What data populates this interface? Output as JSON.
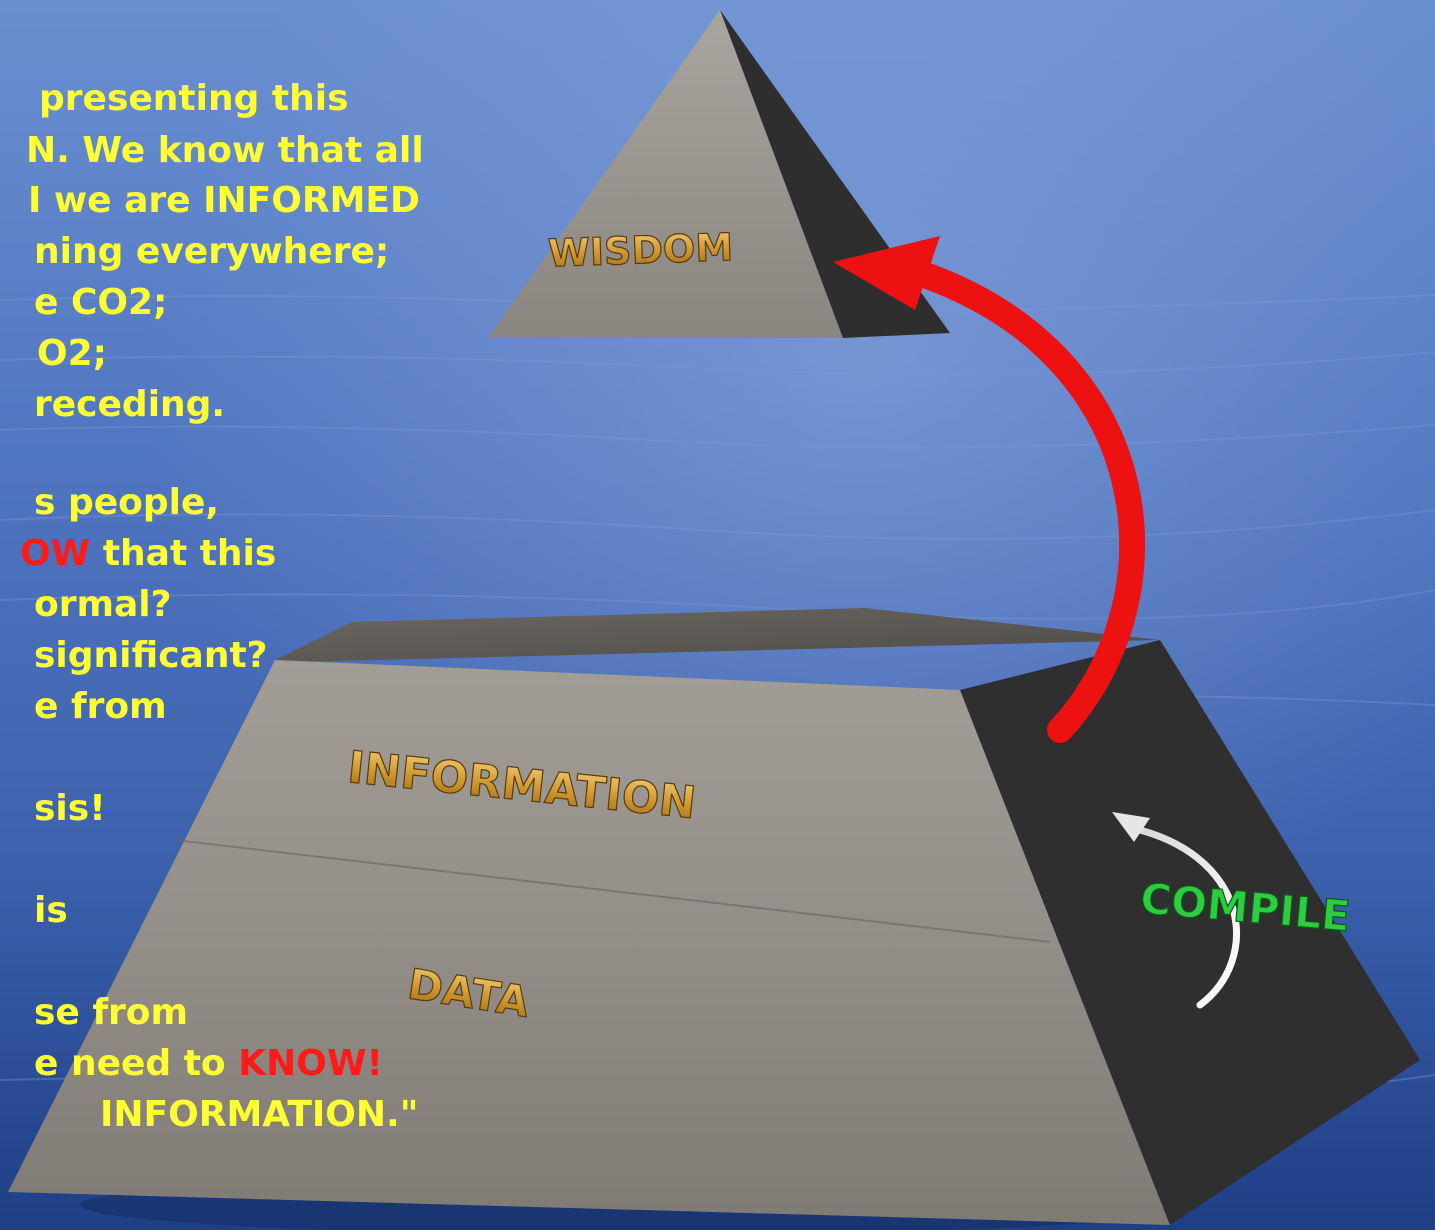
{
  "labels": {
    "wisdom": "WISDOM",
    "information": "INFORMATION",
    "data": "DATA",
    "compile": "COMPILE"
  },
  "text": {
    "p1": [
      "presenting this",
      "N. We know that all",
      "I we are INFORMED",
      "ning everywhere;",
      "e CO2;",
      "O2;",
      "receding."
    ],
    "p2_l1": "s people,",
    "p2_l2_hl": "OW",
    "p2_l2_rest": " that this",
    "p2_rest": [
      "ormal?",
      "significant?",
      "e from"
    ],
    "p3": "sis!",
    "p4": "is",
    "p5_l1": "se from",
    "p5_l2_pre": "e need to ",
    "p5_l2_hl": "KNOW!",
    "p5_l3": "INFORMATION.\""
  },
  "colors": {
    "text": "#ffff33",
    "highlight": "#ff1a1a",
    "arrow": "#ee1111",
    "compile": "#2ecc40",
    "label_gold": "#d9a53a"
  }
}
